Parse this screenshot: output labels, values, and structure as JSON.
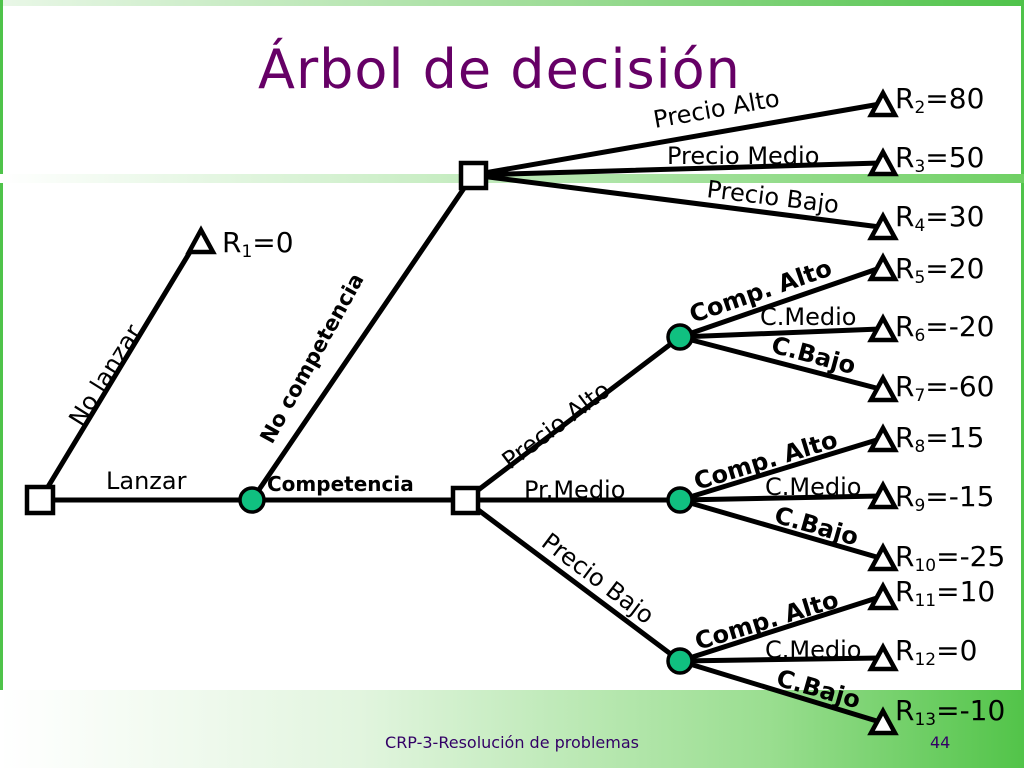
{
  "slide": {
    "title": "Árbol de decisión",
    "footer": "CRP-3-Resolución de problemas",
    "page_number": "44"
  },
  "colors": {
    "title": "#660066",
    "chance_node_fill": "#10c080",
    "accent_green": "#4fc34a",
    "footer_text": "#330066"
  },
  "labels": {
    "no_lanzar": "No lanzar",
    "lanzar": "Lanzar",
    "competencia": "Competencia",
    "no_competencia": "No competencia",
    "top_precio_alto": "Precio Alto",
    "top_precio_medio": "Precio Medio",
    "top_precio_bajo": "Precio Bajo",
    "precio_alto": "Precio Alto",
    "pr_medio": "Pr.Medio",
    "precio_bajo": "Precio Bajo",
    "comp_alto_1": "Comp. Alto",
    "c_medio_1": "C.Medio",
    "c_bajo_1": "C.Bajo",
    "comp_alto_2": "Comp. Alto",
    "c_medio_2": "C.Medio",
    "c_bajo_2": "C.Bajo",
    "comp_alto_3": "Comp. Alto",
    "c_medio_3": "C.Medio",
    "c_bajo_3": "C.Bajo"
  },
  "payoffs": [
    {
      "letter": "R",
      "sub": "1",
      "value": "=0"
    },
    {
      "letter": "R",
      "sub": "2",
      "value": "=80"
    },
    {
      "letter": "R",
      "sub": "3",
      "value": "=50"
    },
    {
      "letter": "R",
      "sub": "4",
      "value": "=30"
    },
    {
      "letter": "R",
      "sub": "5",
      "value": "=20"
    },
    {
      "letter": "R",
      "sub": "6",
      "value": "=-20"
    },
    {
      "letter": "R",
      "sub": "7",
      "value": "=-60"
    },
    {
      "letter": "R",
      "sub": "8",
      "value": "=15"
    },
    {
      "letter": "R",
      "sub": "9",
      "value": "=-15"
    },
    {
      "letter": "R",
      "sub": "10",
      "value": "=-25"
    },
    {
      "letter": "R",
      "sub": "11",
      "value": "=10"
    },
    {
      "letter": "R",
      "sub": "12",
      "value": "=0"
    },
    {
      "letter": "R",
      "sub": "13",
      "value": "=-10"
    }
  ]
}
